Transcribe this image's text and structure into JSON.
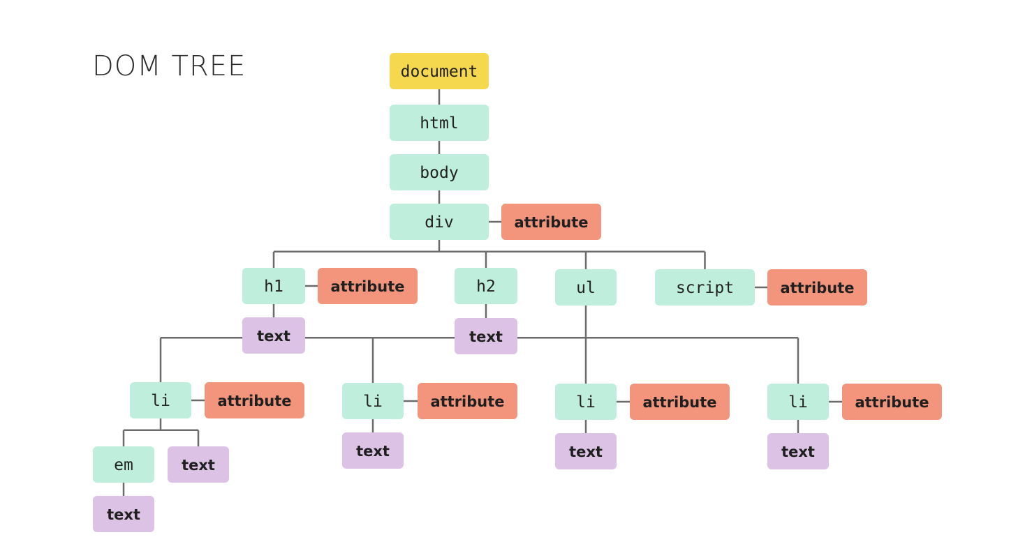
{
  "title": "DOM TREE",
  "colors": {
    "document": "#f5d84e",
    "element": "#bfeedd",
    "attribute": "#f2957c",
    "text": "#dcc3e6",
    "line": "#6b6b6b"
  },
  "nodes": [
    {
      "id": "document",
      "kind": "document",
      "label": "document"
    },
    {
      "id": "html",
      "kind": "element",
      "label": "html"
    },
    {
      "id": "body",
      "kind": "element",
      "label": "body"
    },
    {
      "id": "div",
      "kind": "element",
      "label": "div"
    },
    {
      "id": "div-attr",
      "kind": "attribute",
      "label": "attribute"
    },
    {
      "id": "h1",
      "kind": "element",
      "label": "h1"
    },
    {
      "id": "h1-attr",
      "kind": "attribute",
      "label": "attribute"
    },
    {
      "id": "h1-text",
      "kind": "text",
      "label": "text"
    },
    {
      "id": "h2",
      "kind": "element",
      "label": "h2"
    },
    {
      "id": "h2-text",
      "kind": "text",
      "label": "text"
    },
    {
      "id": "ul",
      "kind": "element",
      "label": "ul"
    },
    {
      "id": "script",
      "kind": "element",
      "label": "script"
    },
    {
      "id": "script-attr",
      "kind": "attribute",
      "label": "attribute"
    },
    {
      "id": "li1",
      "kind": "element",
      "label": "li"
    },
    {
      "id": "li1-attr",
      "kind": "attribute",
      "label": "attribute"
    },
    {
      "id": "em",
      "kind": "element",
      "label": "em"
    },
    {
      "id": "em-text",
      "kind": "text",
      "label": "text"
    },
    {
      "id": "li1-text",
      "kind": "text",
      "label": "text"
    },
    {
      "id": "li2",
      "kind": "element",
      "label": "li"
    },
    {
      "id": "li2-attr",
      "kind": "attribute",
      "label": "attribute"
    },
    {
      "id": "li2-text",
      "kind": "text",
      "label": "text"
    },
    {
      "id": "li3",
      "kind": "element",
      "label": "li"
    },
    {
      "id": "li3-attr",
      "kind": "attribute",
      "label": "attribute"
    },
    {
      "id": "li3-text",
      "kind": "text",
      "label": "text"
    },
    {
      "id": "li4",
      "kind": "element",
      "label": "li"
    },
    {
      "id": "li4-attr",
      "kind": "attribute",
      "label": "attribute"
    },
    {
      "id": "li4-text",
      "kind": "text",
      "label": "text"
    }
  ],
  "edges": [
    [
      "document",
      "html"
    ],
    [
      "html",
      "body"
    ],
    [
      "body",
      "div"
    ],
    [
      "div",
      "div-attr"
    ],
    [
      "div",
      "h1"
    ],
    [
      "div",
      "h2"
    ],
    [
      "div",
      "ul"
    ],
    [
      "div",
      "script"
    ],
    [
      "h1",
      "h1-attr"
    ],
    [
      "h1",
      "h1-text"
    ],
    [
      "h2",
      "h2-text"
    ],
    [
      "script",
      "script-attr"
    ],
    [
      "ul",
      "li1"
    ],
    [
      "ul",
      "li2"
    ],
    [
      "ul",
      "li3"
    ],
    [
      "ul",
      "li4"
    ],
    [
      "li1",
      "li1-attr"
    ],
    [
      "li1",
      "em"
    ],
    [
      "li1",
      "li1-text"
    ],
    [
      "em",
      "em-text"
    ],
    [
      "li2",
      "li2-attr"
    ],
    [
      "li2",
      "li2-text"
    ],
    [
      "li3",
      "li3-attr"
    ],
    [
      "li3",
      "li3-text"
    ],
    [
      "li4",
      "li4-attr"
    ],
    [
      "li4",
      "li4-text"
    ]
  ]
}
